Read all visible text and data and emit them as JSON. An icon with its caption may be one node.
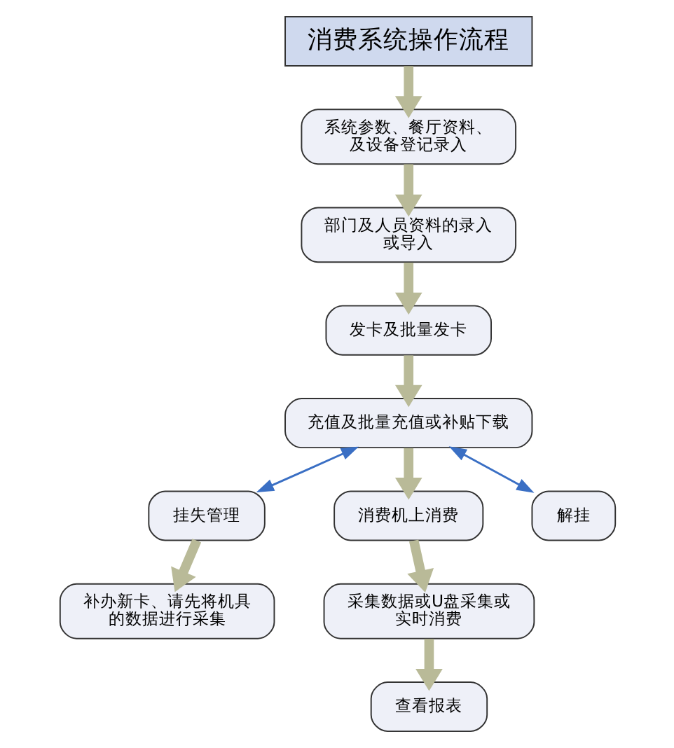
{
  "diagram": {
    "nodes": [
      {
        "text": [
          "消费系统操作流程"
        ]
      },
      {
        "text": [
          "系统参数、餐厅资料、及设备登记录入"
        ]
      },
      {
        "text": [
          "部门及人员资料的录入或导入"
        ]
      },
      {
        "text": [
          "发卡及批量发卡"
        ]
      },
      {
        "text": [
          "充值及批量充值或补贴下载"
        ]
      },
      {
        "text": [
          "挂失管理"
        ]
      },
      {
        "text": [
          "消费机上消费"
        ]
      },
      {
        "text": [
          "解挂"
        ]
      },
      {
        "text": [
          "补办新卡、请先将机具的数据进行采集"
        ]
      },
      {
        "text": [
          "采集数据或U盘采集或实时消费"
        ]
      },
      {
        "text": [
          "查看报表"
        ]
      }
    ],
    "edges": [
      {
        "from": 0,
        "to": 1,
        "arrow": "to"
      },
      {
        "from": 1,
        "to": 2,
        "arrow": "to"
      },
      {
        "from": 2,
        "to": 3,
        "arrow": "to"
      },
      {
        "from": 3,
        "to": 4,
        "arrow": "to"
      },
      {
        "from": 4,
        "to": 5,
        "arrow": "both",
        "color": "#3a6fc4"
      },
      {
        "from": 4,
        "to": 6,
        "arrow": "to"
      },
      {
        "from": 4,
        "to": 7,
        "arrow": "both",
        "color": "#3a6fc4"
      },
      {
        "from": 5,
        "to": 8,
        "arrow": "to"
      },
      {
        "from": 6,
        "to": 9,
        "arrow": "to"
      },
      {
        "from": 9,
        "to": 10,
        "arrow": "to"
      }
    ]
  }
}
